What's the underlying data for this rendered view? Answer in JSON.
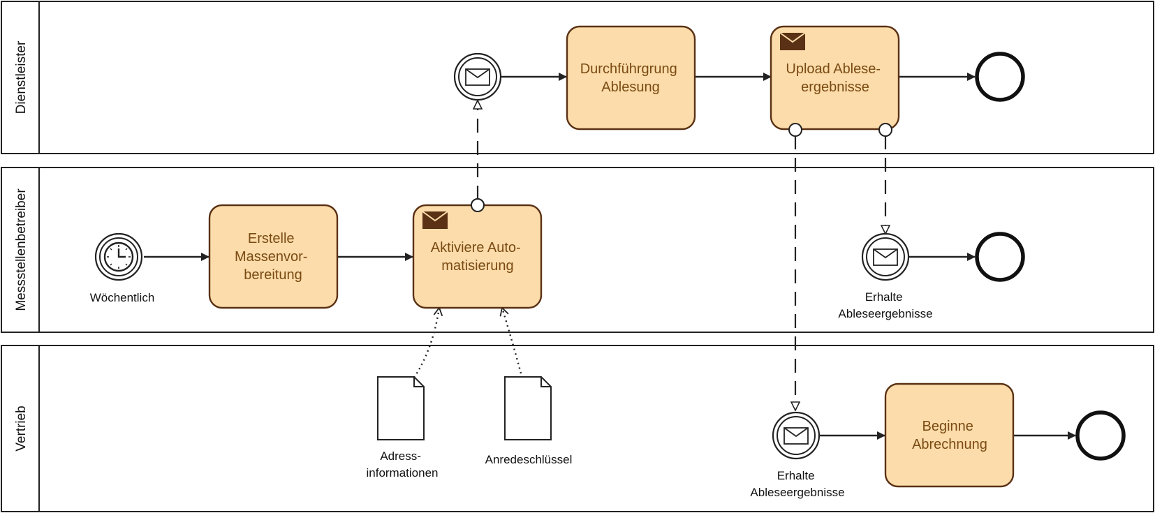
{
  "lanes": [
    {
      "id": "dienstleister",
      "label": "Dienstleister"
    },
    {
      "id": "messstellenbetreiber",
      "label": "Messstellenbetreiber"
    },
    {
      "id": "vertrieb",
      "label": "Vertrieb"
    }
  ],
  "tasks": {
    "durchfuehrung": {
      "lines": [
        "Durchführgrung",
        "Ablesung"
      ]
    },
    "upload": {
      "lines": [
        "Upload Ablese-",
        "ergebnisse"
      ]
    },
    "erstelle": {
      "lines": [
        "Erstelle",
        "Massenvor-",
        "bereitung"
      ]
    },
    "aktiviere": {
      "lines": [
        "Aktiviere Auto-",
        "matisierung"
      ]
    },
    "beginne": {
      "lines": [
        "Beginne",
        "Abrechnung"
      ]
    }
  },
  "events": {
    "start_timer": {
      "label_lines": [
        "Wöchentlich"
      ]
    },
    "msg_dienstleister": {
      "label_lines": []
    },
    "msg_messstellen": {
      "label_lines": [
        "Erhalte",
        "Ableseergebnisse"
      ]
    },
    "msg_vertrieb": {
      "label_lines": [
        "Erhalte",
        "Ableseergebnisse"
      ]
    }
  },
  "data_objects": {
    "adress": {
      "label_lines": [
        "Adress-",
        "informationen"
      ]
    },
    "anrede": {
      "label_lines": [
        "Anredeschlüssel"
      ]
    }
  },
  "colors": {
    "task_fill": "#fbdcaa",
    "task_stroke": "#5a3114",
    "task_text": "#7a4a12",
    "line": "#222222",
    "envelope_dark": "#5a3114"
  }
}
